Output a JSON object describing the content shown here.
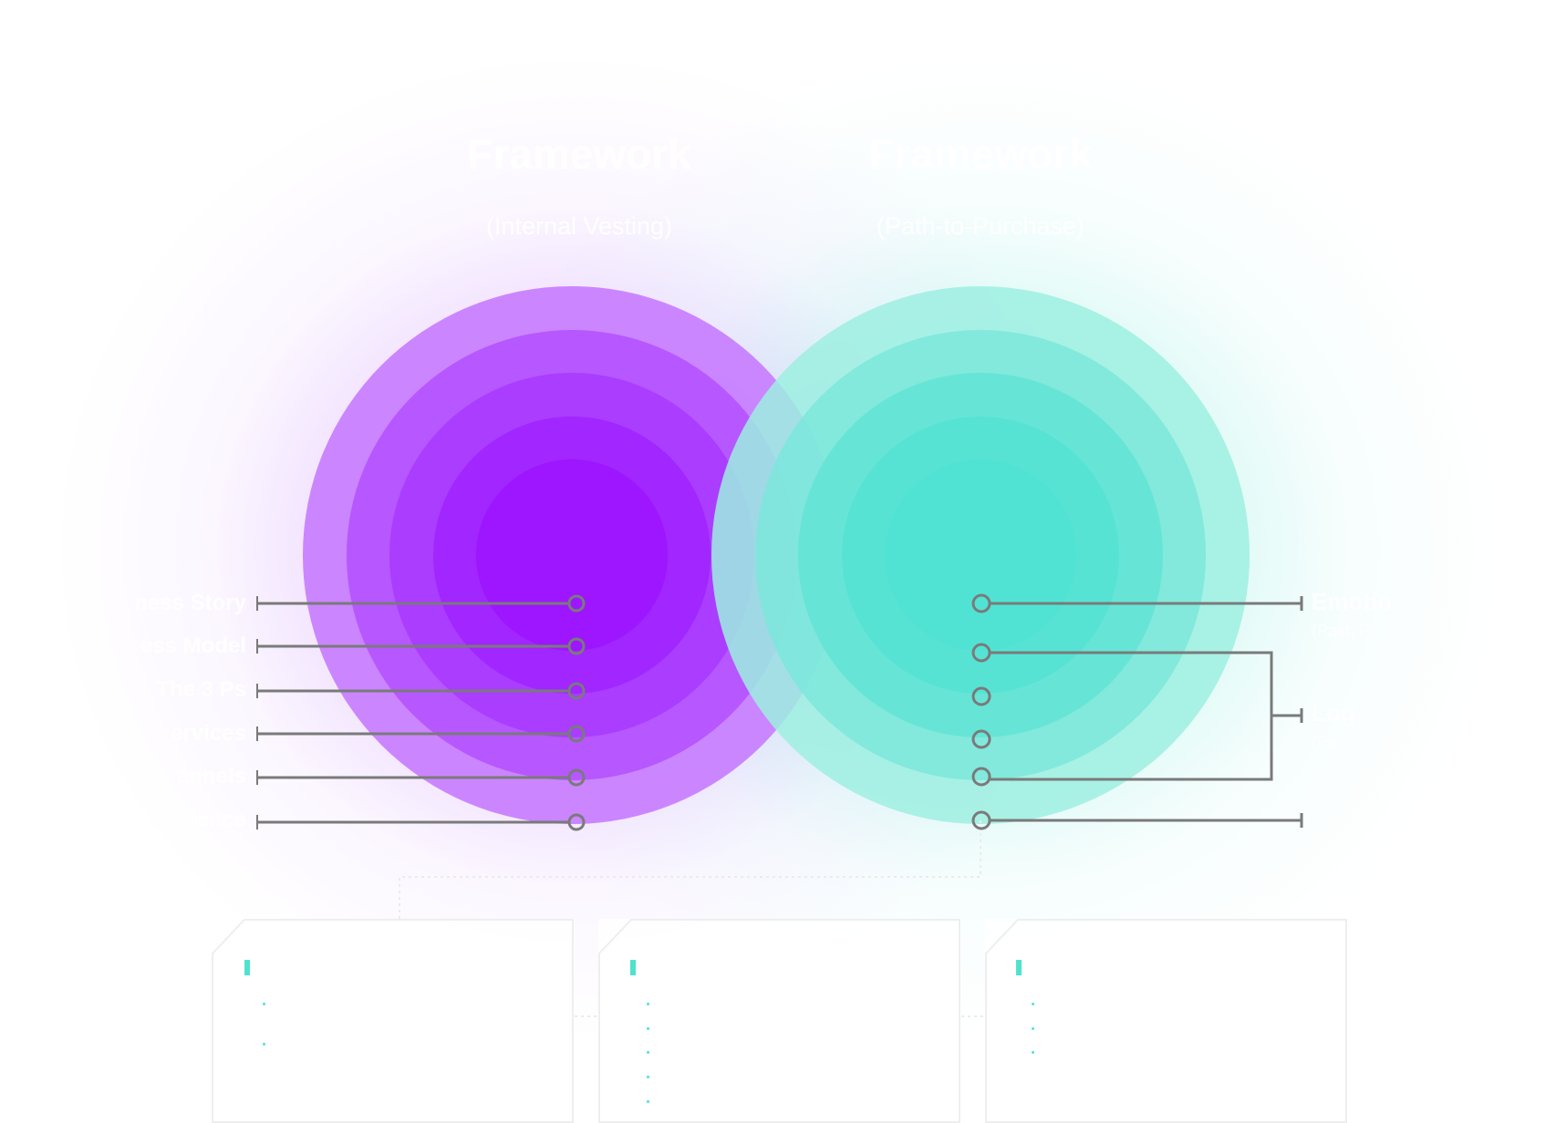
{
  "colors": {
    "purple_ring_1": "#c67bff",
    "purple_ring_2": "#b552ff",
    "purple_ring_3": "#a83bff",
    "purple_ring_4": "#a024ff",
    "purple_ring_5": "#9d14ff",
    "teal_ring_1": "#9deee2",
    "teal_ring_2": "#7be8da",
    "teal_ring_3": "#62e4d5",
    "teal_ring_4": "#55e3d3",
    "teal_ring_5": "#4fe3d3",
    "connector": "#7a7a7a",
    "accent": "#4fe3cf",
    "card_border": "#eeeeee"
  },
  "left_framework": {
    "title": "Framework",
    "subtitle": "(Internal Vesting)",
    "labels": [
      {
        "text": "ness Story"
      },
      {
        "text": "ess Model"
      },
      {
        "text": "The 3 Ps"
      },
      {
        "text": "ervices"
      },
      {
        "text": "annels"
      },
      {
        "text": "ience"
      }
    ]
  },
  "right_framework": {
    "title": "Framework",
    "subtitle": "(Path-to-Purchase)",
    "labels": [
      {
        "title": "Emotio",
        "subtitle": "(Past, Pr"
      },
      {
        "title": "Log",
        "subtitle": "(Pa"
      },
      {
        "title": "",
        "subtitle": ""
      }
    ]
  },
  "cards": [
    {
      "title": "",
      "bullets": [
        "",
        ""
      ]
    },
    {
      "title": "",
      "bullets": [
        "",
        "",
        "",
        "",
        ""
      ]
    },
    {
      "title": "",
      "bullets": [
        "",
        "",
        ""
      ]
    }
  ]
}
